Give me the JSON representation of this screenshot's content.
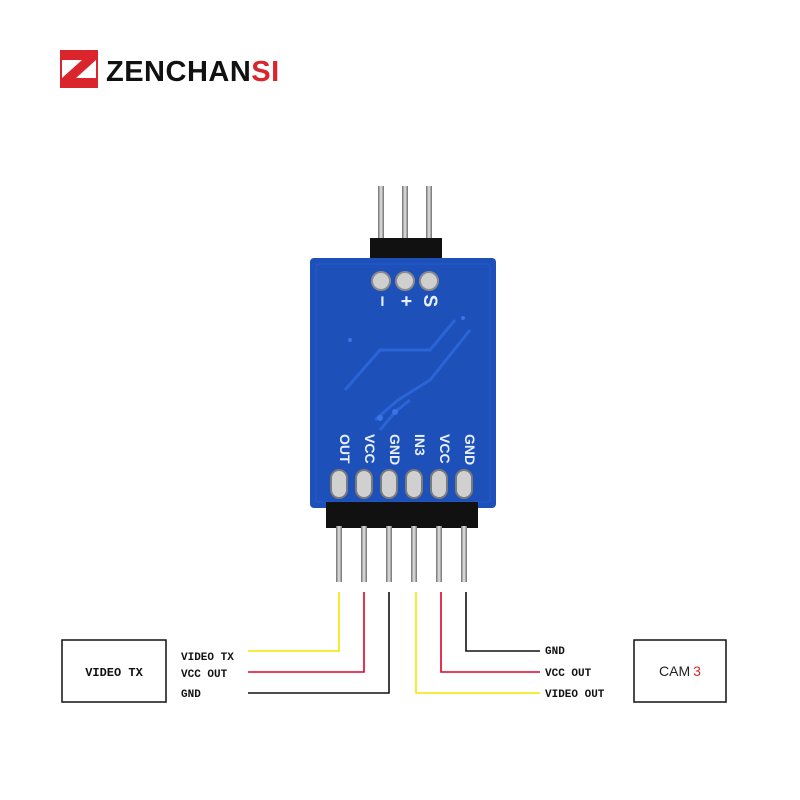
{
  "brand": {
    "name_left": "ZENCHAN",
    "name_right": "SI",
    "accent": "#d9252b",
    "text_color": "#111111"
  },
  "board": {
    "color": "#1d50b8",
    "top_pins": [
      "−",
      "+",
      "S"
    ],
    "bottom_pins": [
      "OUT",
      "VCC",
      "GND",
      "IN3",
      "VCC",
      "GND"
    ]
  },
  "left_box": {
    "label": "VIDEO TX",
    "wires": [
      "VIDEO TX",
      "VCC OUT",
      "GND"
    ]
  },
  "right_box": {
    "label_main": "CAM",
    "label_num": "3",
    "wires": [
      "GND",
      "VCC OUT",
      "VIDEO OUT"
    ]
  },
  "wire_colors": {
    "video": "#f2e600",
    "vcc": "#e0002a",
    "gnd": "#111111"
  }
}
